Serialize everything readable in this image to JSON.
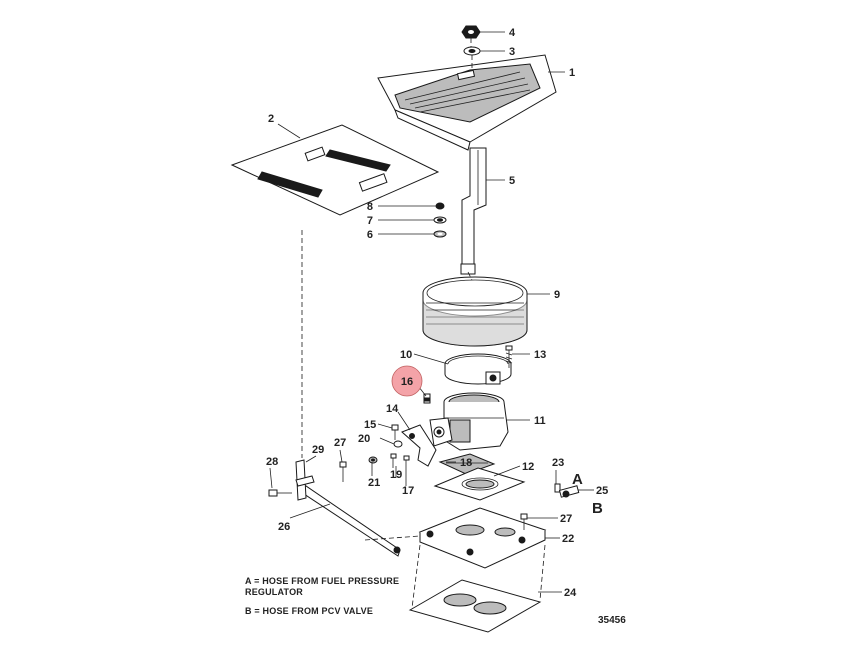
{
  "callouts": [
    {
      "id": "1",
      "text": "1"
    },
    {
      "id": "2",
      "text": "2"
    },
    {
      "id": "3",
      "text": "3"
    },
    {
      "id": "4",
      "text": "4"
    },
    {
      "id": "5",
      "text": "5"
    },
    {
      "id": "6",
      "text": "6"
    },
    {
      "id": "7",
      "text": "7"
    },
    {
      "id": "8",
      "text": "8"
    },
    {
      "id": "9",
      "text": "9"
    },
    {
      "id": "10",
      "text": "10"
    },
    {
      "id": "11",
      "text": "11"
    },
    {
      "id": "12",
      "text": "12"
    },
    {
      "id": "13",
      "text": "13"
    },
    {
      "id": "14",
      "text": "14"
    },
    {
      "id": "15",
      "text": "15"
    },
    {
      "id": "16",
      "text": "16"
    },
    {
      "id": "17",
      "text": "17"
    },
    {
      "id": "18",
      "text": "18"
    },
    {
      "id": "19",
      "text": "19"
    },
    {
      "id": "20",
      "text": "20"
    },
    {
      "id": "21",
      "text": "21"
    },
    {
      "id": "22",
      "text": "22"
    },
    {
      "id": "23",
      "text": "23"
    },
    {
      "id": "24",
      "text": "24"
    },
    {
      "id": "25",
      "text": "25"
    },
    {
      "id": "26",
      "text": "26"
    },
    {
      "id": "27a",
      "text": "27"
    },
    {
      "id": "27b",
      "text": "27"
    },
    {
      "id": "28",
      "text": "28"
    },
    {
      "id": "29",
      "text": "29"
    }
  ],
  "hose_labels": {
    "a": "A",
    "b": "B"
  },
  "highlighted_callout": "16",
  "highlight_color": "#f4a3a8",
  "legend": {
    "line_a1": "A = HOSE FROM FUEL PRESSURE",
    "line_a2": "REGULATOR",
    "line_b": "B = HOSE FROM PCV VALVE"
  },
  "figure_number": "35456"
}
